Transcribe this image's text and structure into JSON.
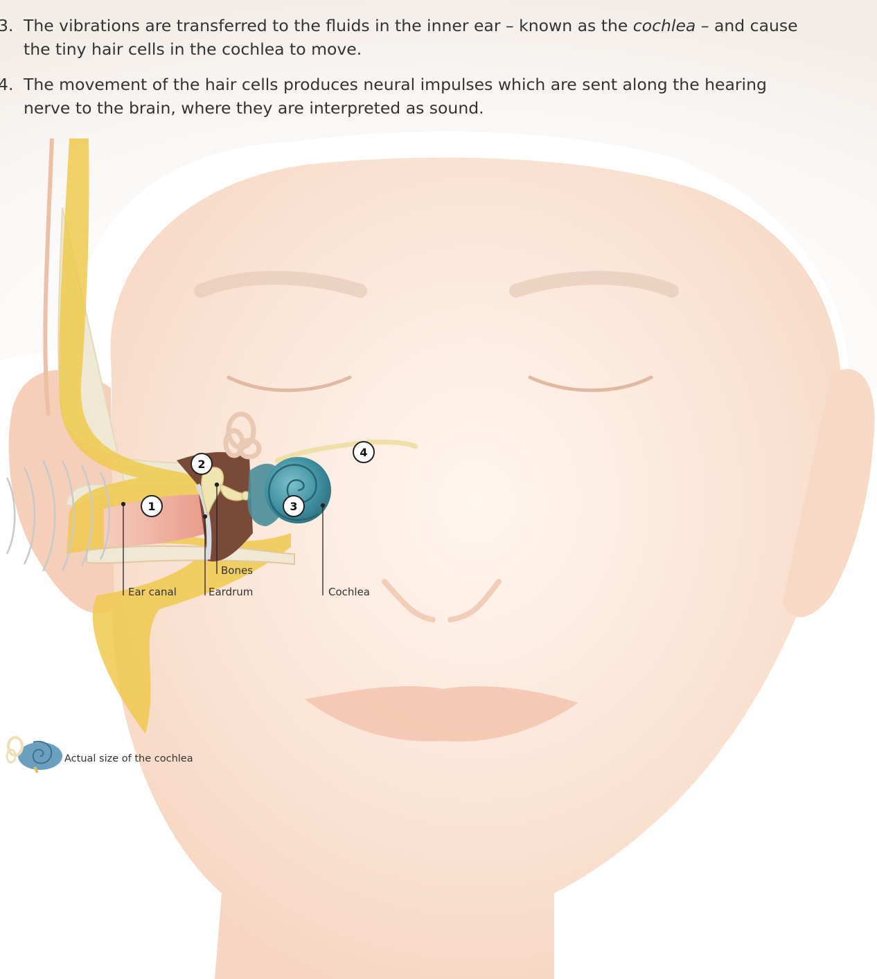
{
  "steps": [
    {
      "number": "3.",
      "text_before": "The vibrations are transferred to the fluids in the inner ear – known as the ",
      "emphasis": "cochlea",
      "text_after": " – and cause the tiny hair cells in the cochlea to move."
    },
    {
      "number": "4.",
      "text": "The movement of the hair cells produces neural impulses which are sent along the hearing nerve to the brain, where they are interpreted as sound."
    }
  ],
  "markers": [
    "1",
    "2",
    "3",
    "4"
  ],
  "labels": {
    "bones": "Bones",
    "ear_canal": "Ear canal",
    "eardrum": "Eardrum",
    "cochlea": "Cochlea",
    "actual_size": "Actual size of the cochlea"
  },
  "colors": {
    "skin": "#fbe3d3",
    "bone": "#efe9d6",
    "tissue": "#efc94d",
    "cochlea": "#3f8f9f",
    "middle_ear": "#7a4a38",
    "text": "#333333"
  }
}
